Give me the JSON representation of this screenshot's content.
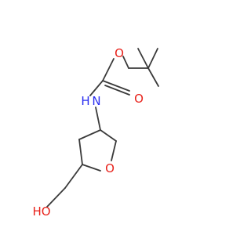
{
  "atoms": {
    "carbonyl_oxygen": {
      "label": "O",
      "color": "#e8221b"
    },
    "ester_oxygen": {
      "label": "O",
      "color": "#e8221b"
    },
    "amine_nitrogen": {
      "label": "N",
      "color": "#2a2ef0"
    },
    "amine_hydrogen": {
      "label": "H",
      "color": "#2a2ef0"
    },
    "ring_oxygen": {
      "label": "O",
      "color": "#e8221b"
    },
    "hydroxyl": {
      "label": "HO",
      "color": "#e8221b"
    }
  },
  "bond_color": "#3a3a3a"
}
